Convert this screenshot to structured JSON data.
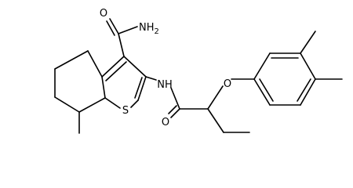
{
  "molecule": {
    "labels": {
      "nh2": "NH",
      "nh2_sub": "2",
      "o_amide_top": "O",
      "nh": "NH",
      "s": "S",
      "o_ether": "O",
      "o_amide_bottom": "O"
    }
  }
}
